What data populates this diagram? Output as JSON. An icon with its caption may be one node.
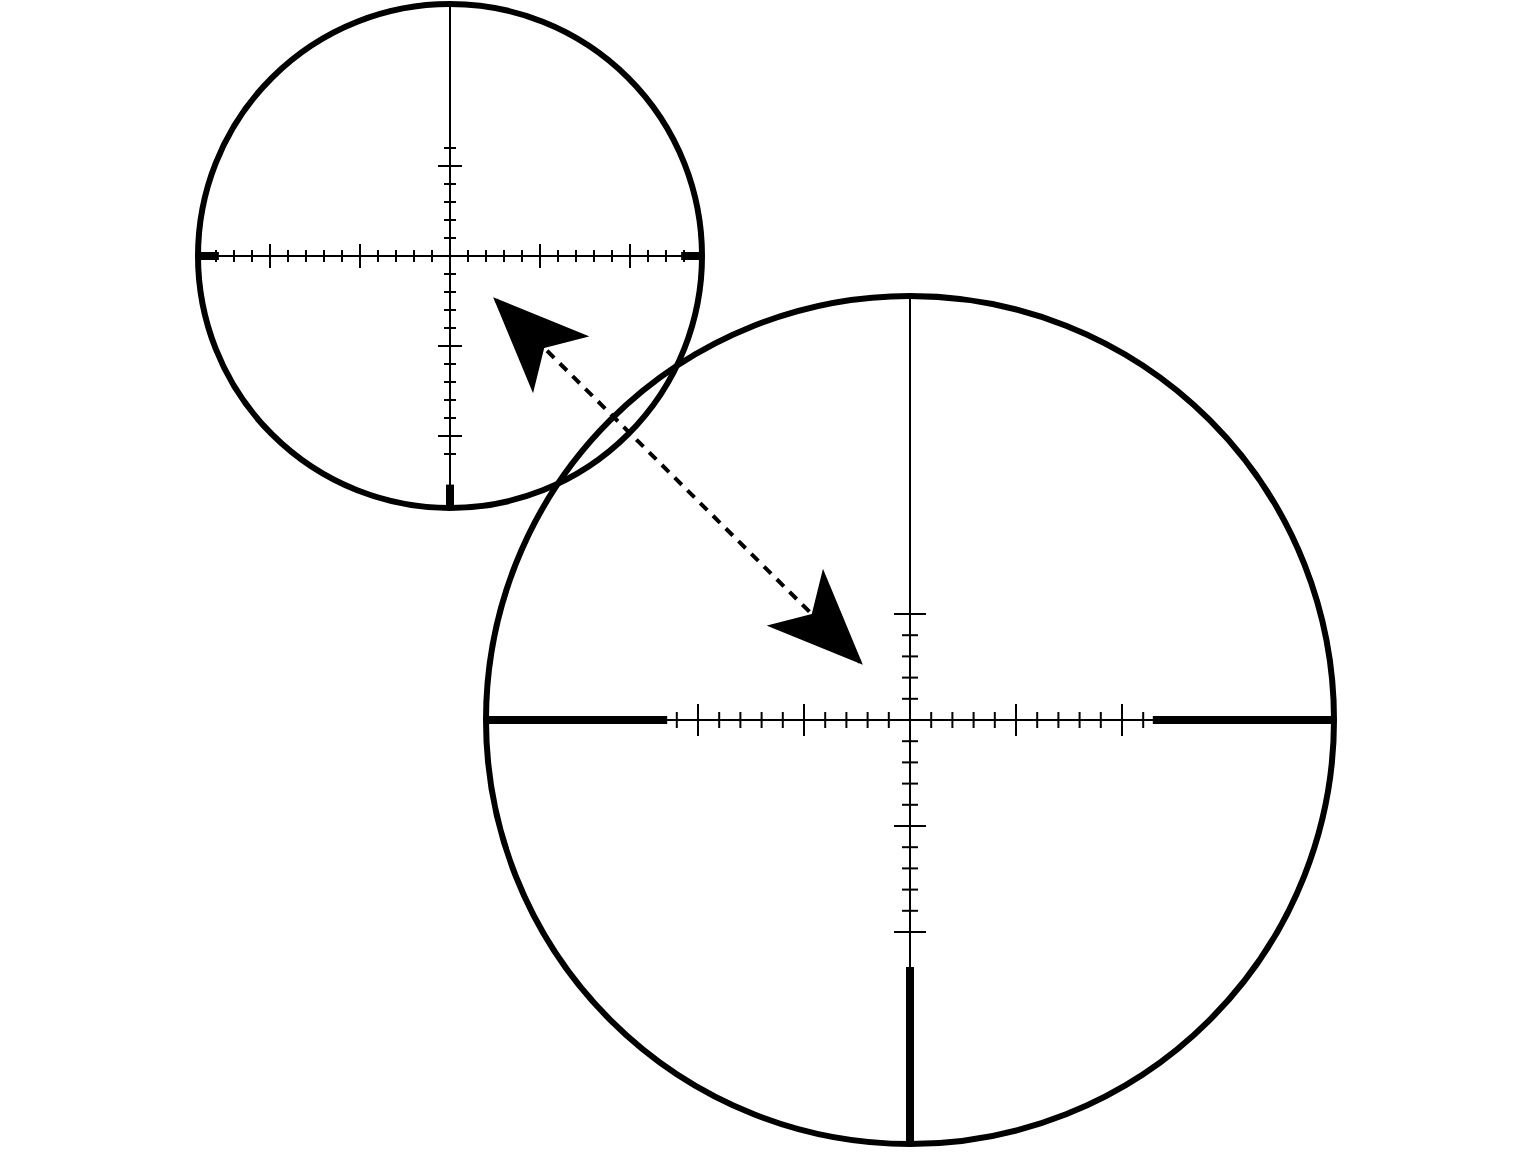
{
  "diagram": {
    "nodes": [
      {
        "text": [],
        "shape": "circle"
      },
      {
        "text": [],
        "shape": "circle"
      }
    ],
    "edges": [
      {
        "from": 0,
        "to": 1,
        "arrow": "both",
        "style": "dashed"
      }
    ]
  }
}
